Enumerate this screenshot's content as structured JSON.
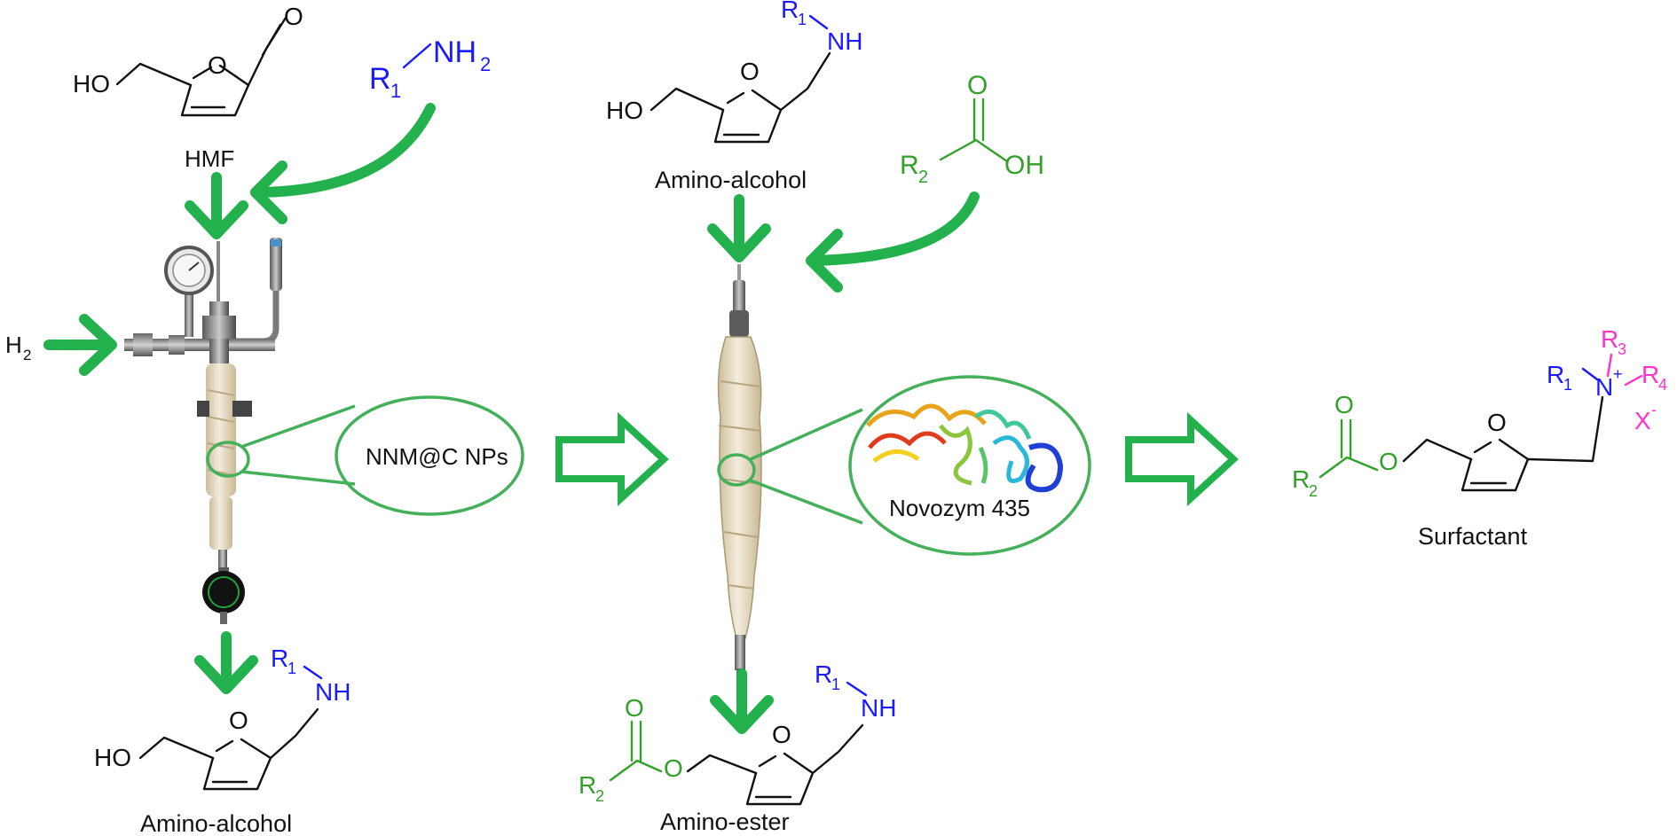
{
  "labels": {
    "hmf": "HMF",
    "amino_alcohol_top": "Amino-alcohol",
    "amino_alcohol_bottom": "Amino-alcohol",
    "amino_ester": "Amino-ester",
    "surfactant": "Surfactant",
    "h2": "H",
    "h2_sub": "2",
    "nnm_catalyst": "NNM@C NPs",
    "enzyme": "Novozym 435"
  },
  "atoms": {
    "ho": "HO",
    "o": "O",
    "oh": "OH",
    "nh": "NH",
    "nh2": "NH",
    "nh2_sub": "2",
    "r": "R",
    "sub1": "1",
    "sub2": "2",
    "sub3": "3",
    "sub4": "4",
    "n": "N",
    "n_charge": "+",
    "x": "X",
    "x_charge": "-"
  },
  "colors": {
    "arrow": "#22b14c",
    "amine": "#1a1aff",
    "acyl": "#33a02c",
    "quaternary": "#ff33cc"
  }
}
